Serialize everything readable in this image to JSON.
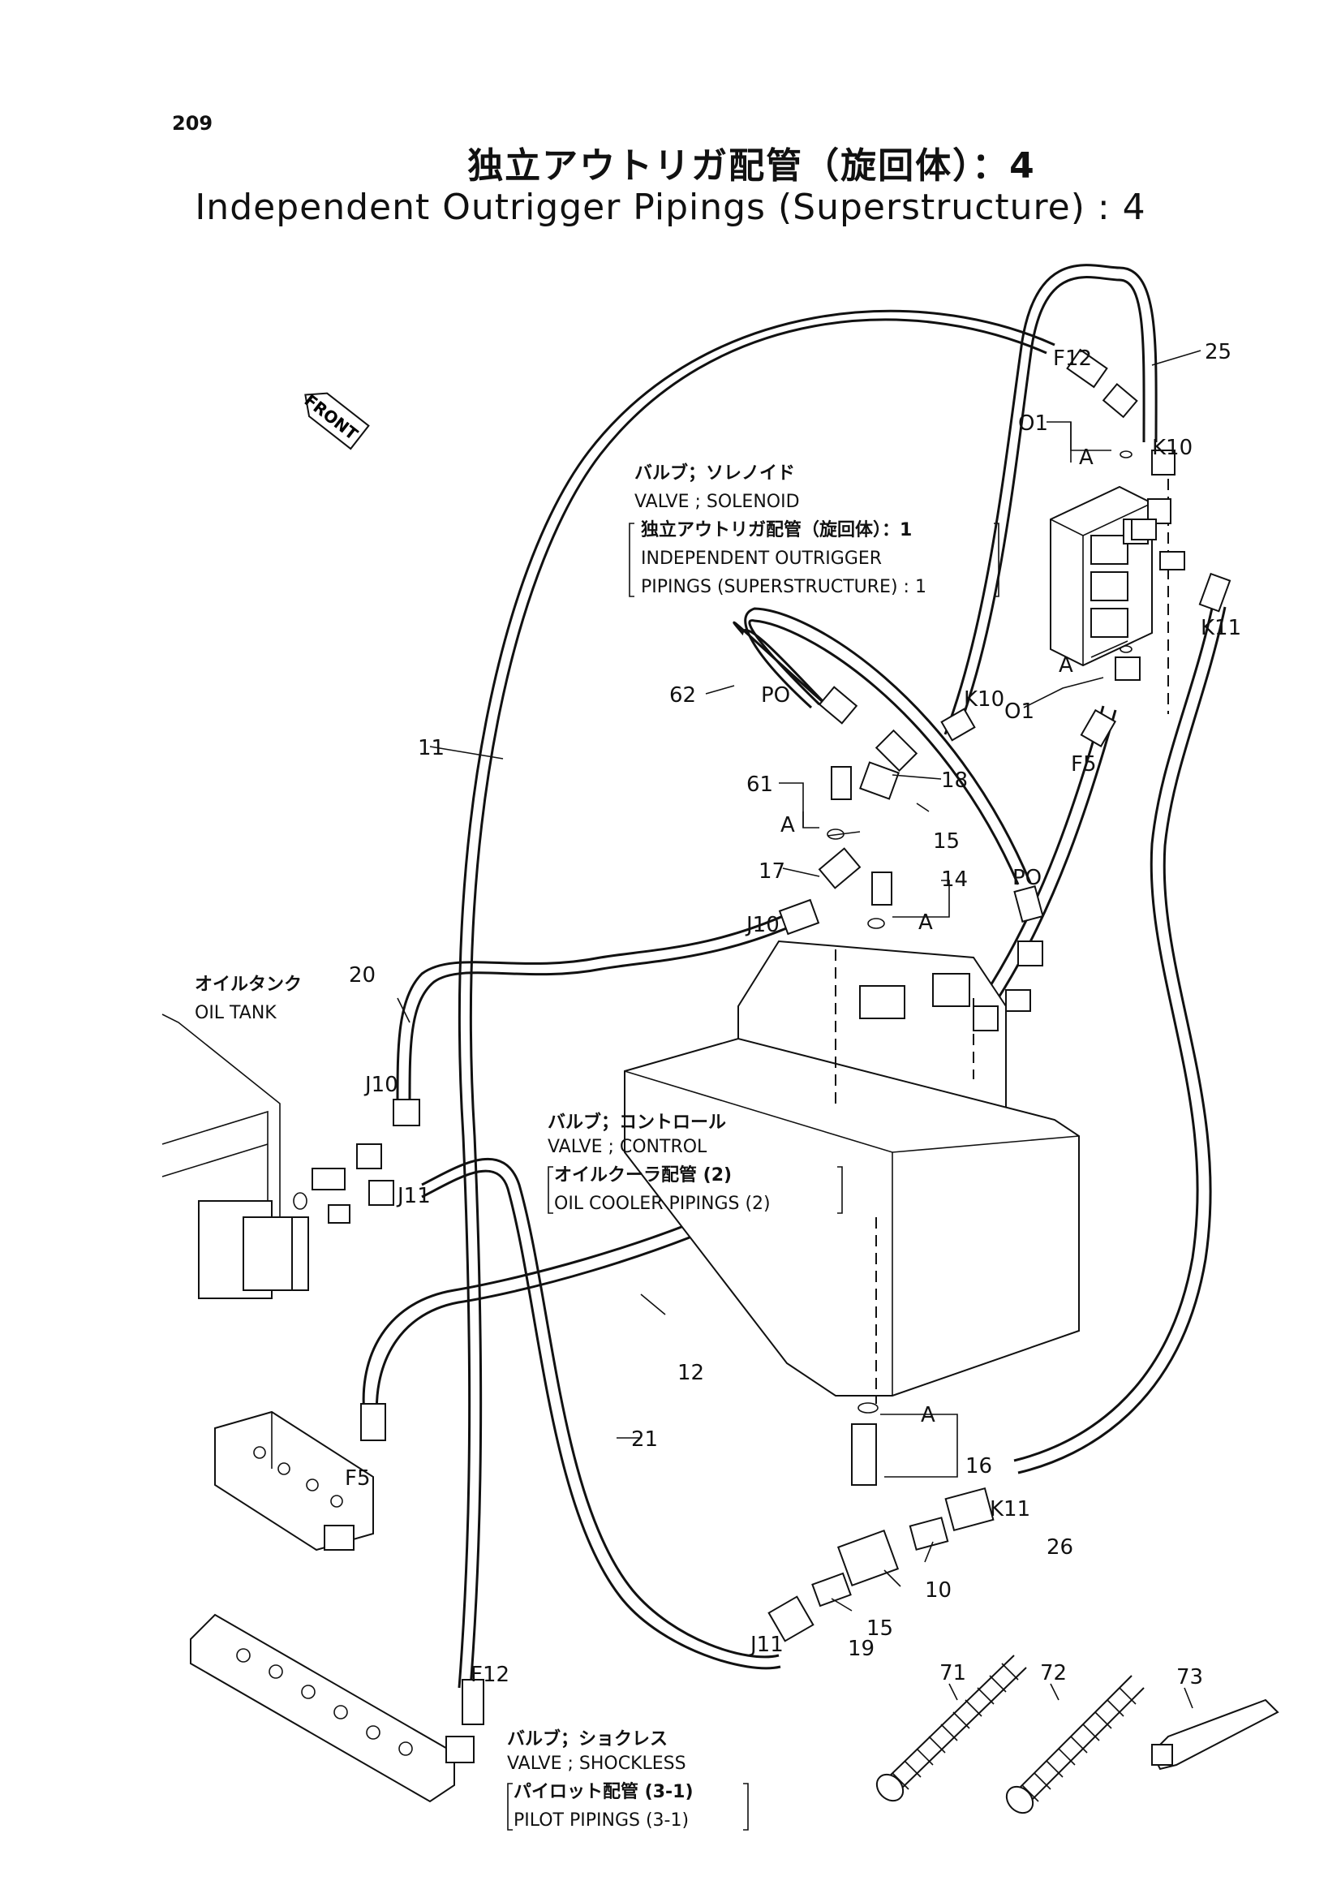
{
  "page_number": "209",
  "title_jp": "独立アウトリガ配管（旋回体）：4",
  "title_en": "Independent Outrigger Pipings (Superstructure) : 4",
  "front_label": "FRONT",
  "notes": {
    "solenoid": {
      "jp": "バルブ；ソレノイド",
      "en": "VALVE ; SOLENOID",
      "ref_jp": "独立アウトリガ配管（旋回体）：1",
      "ref_en_1": "INDEPENDENT  OUTRIGGER",
      "ref_en_2": "PIPINGS  (SUPERSTRUCTURE) : 1"
    },
    "oil_tank": {
      "jp": "オイルタンク",
      "en": "OIL  TANK"
    },
    "control": {
      "jp": "バルブ；コントロール",
      "en": "VALVE ; CONTROL",
      "ref_jp": "オイルクーラ配管 (2)",
      "ref_en": "OIL  COOLER  PIPINGS (2)"
    },
    "shockless": {
      "jp": "バルブ；ショクレス",
      "en": "VALVE ; SHOCKLESS",
      "ref_jp": "パイロット配管 (3-1)",
      "ref_en": "PILOT  PIPINGS (3-1)"
    }
  },
  "labels": {
    "p25": "25",
    "f12_top": "F12",
    "o1_top": "O1",
    "a_top": "A",
    "k10_right": "K10",
    "k11_right": "K11",
    "a_mid_right": "A",
    "o1_mid": "O1",
    "f5_right": "F5",
    "p62": "62",
    "po_left": "PO",
    "k10_mid": "K10",
    "p18": "18",
    "p11": "11",
    "p61": "61",
    "a_61": "A",
    "p15_top": "15",
    "p17": "17",
    "p14": "14",
    "a_14": "A",
    "po_right": "PO",
    "j10_top": "J10",
    "p20": "20",
    "j10_left": "J10",
    "j11_left": "J11",
    "p12": "12",
    "a_16": "A",
    "p16": "16",
    "p21": "21",
    "k11_bottom": "K11",
    "p26": "26",
    "f5_left": "F5",
    "p10": "10",
    "p15_bottom": "15",
    "j11_bottom": "J11",
    "p19": "19",
    "p71": "71",
    "p72": "72",
    "p73": "73",
    "f12_bottom": "F12"
  }
}
